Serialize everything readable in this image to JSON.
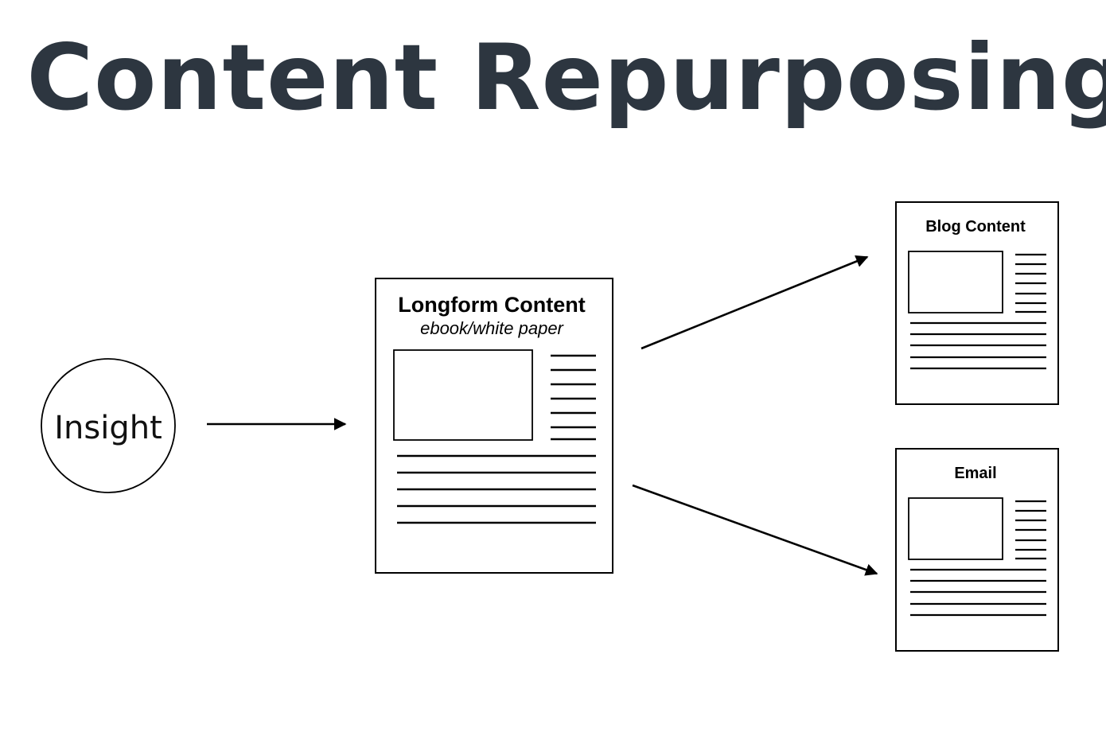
{
  "title": "Content Repurposing",
  "nodes": {
    "insight": {
      "label": "Insight"
    },
    "longform": {
      "title": "Longform Content",
      "subtitle": "ebook/white paper"
    },
    "blog": {
      "title": "Blog Content"
    },
    "email": {
      "title": "Email"
    }
  },
  "edges": [
    {
      "from": "insight",
      "to": "longform"
    },
    {
      "from": "longform",
      "to": "blog"
    },
    {
      "from": "longform",
      "to": "email"
    }
  ],
  "colors": {
    "title": "#2d3640",
    "stroke": "#000000",
    "background": "#ffffff"
  }
}
